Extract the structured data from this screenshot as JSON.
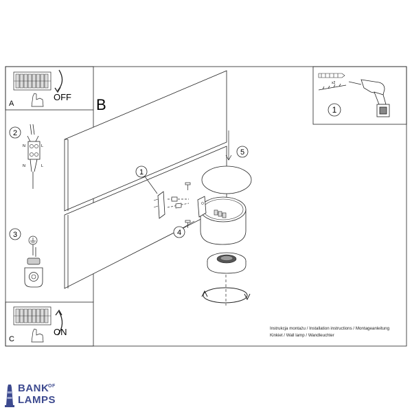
{
  "steps": {
    "a_letter": "A",
    "a_action": "OFF",
    "b_letter": "B",
    "c_letter": "C",
    "c_action": "ON",
    "tools_number": "1",
    "dowel_count": "x2",
    "wiring_number": "2",
    "ground_number": "3",
    "bracket_number": "1",
    "screw_number": "4",
    "shade_number": "5"
  },
  "wiring_labels": {
    "top_n": "N",
    "top_l": "L",
    "bottom_n": "N",
    "bottom_l": "L"
  },
  "caption": {
    "line1": "Instrukcja montażu / Installation instructions / Montageanleitung",
    "line2": "Kinkiet / Wall lamp / Wandleuchter"
  },
  "logo": {
    "word1": "BANK",
    "word_of": "OF",
    "word2": "LAMPS"
  },
  "colors": {
    "line": "#222222",
    "brand": "#3d4a8f",
    "brand_light": "#9aa3cc"
  }
}
